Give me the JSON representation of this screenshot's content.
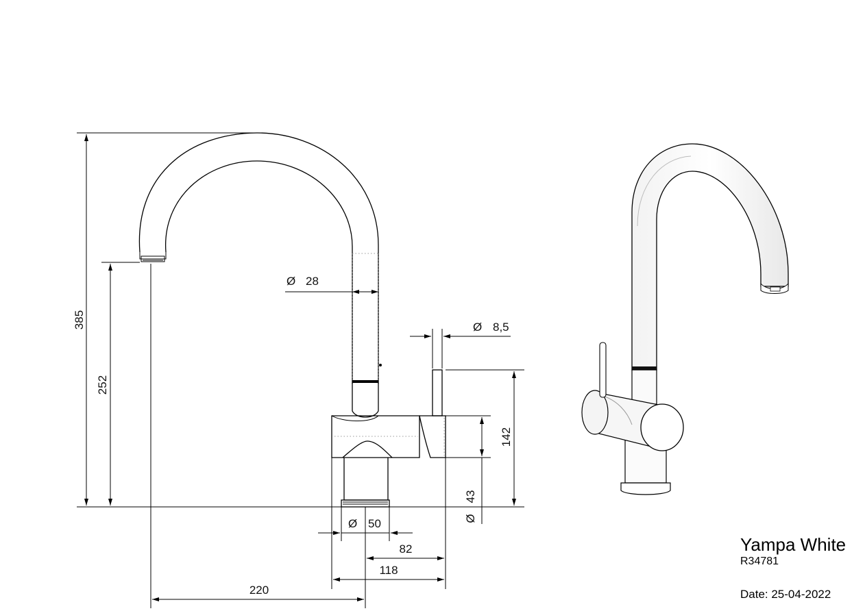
{
  "title_block": {
    "product_name": "Yampa White",
    "product_code": "R34781",
    "date_label": "Date: 25-04-2022"
  },
  "dimensions": {
    "total_height": "385",
    "spout_height": "252",
    "spout_diameter_symbol": "Ø",
    "spout_diameter": "28",
    "handle_diameter_symbol": "Ø",
    "handle_diameter": "8,5",
    "handle_height": "142",
    "body_diameter_symbol": "Ø",
    "body_diameter": "43",
    "base_diameter_symbol": "Ø",
    "base_diameter": "50",
    "handle_offset": "82",
    "body_depth": "118",
    "spout_reach": "220"
  }
}
